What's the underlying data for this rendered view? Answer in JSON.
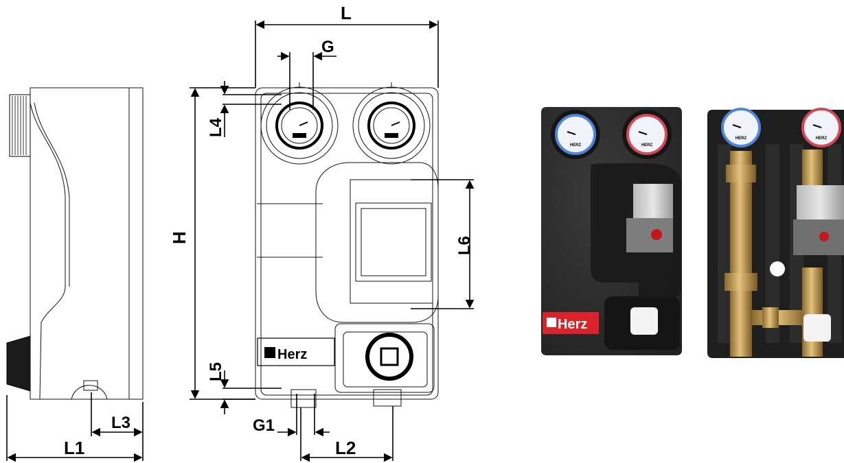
{
  "dimensions": {
    "L": "L",
    "G": "G",
    "L4": "L4",
    "H": "H",
    "L6": "L6",
    "L5": "L5",
    "G1": "G1",
    "L3": "L3",
    "L1": "L1",
    "L2": "L2"
  },
  "brand": {
    "drawing_logo": "Herz",
    "photo_logo": "Herz",
    "gauge_logo": "HERZ"
  },
  "colors": {
    "insulation": "#2b2b2b",
    "brass": "#c9a25a",
    "logo_red": "#d8232a",
    "gauge_blue": "#4f86d9",
    "gauge_red": "#d24a5a"
  }
}
